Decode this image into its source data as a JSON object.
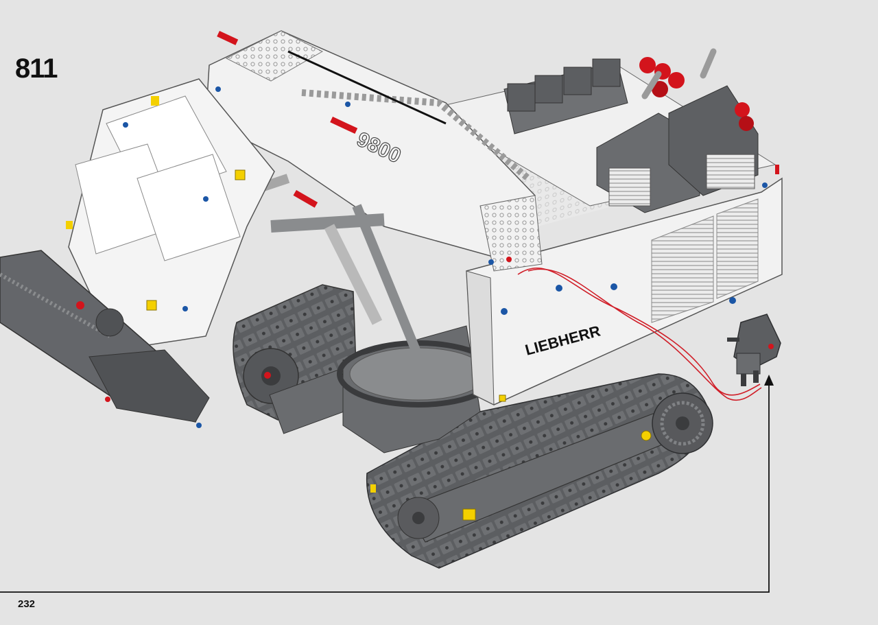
{
  "instruction": {
    "step_number": "811",
    "page_number": "232"
  },
  "model": {
    "boom_marking": "9800",
    "brand_marking": "LIEBHERR"
  },
  "colors": {
    "background": "#e4e4e4",
    "body_white": "#f2f2f2",
    "dark_gray": "#5f6164",
    "mid_gray": "#8a8c8e",
    "red": "#d3141c",
    "blue": "#1b56a6",
    "yellow": "#f4d000",
    "cable": "#d01e28",
    "callout_line": "#111111"
  }
}
